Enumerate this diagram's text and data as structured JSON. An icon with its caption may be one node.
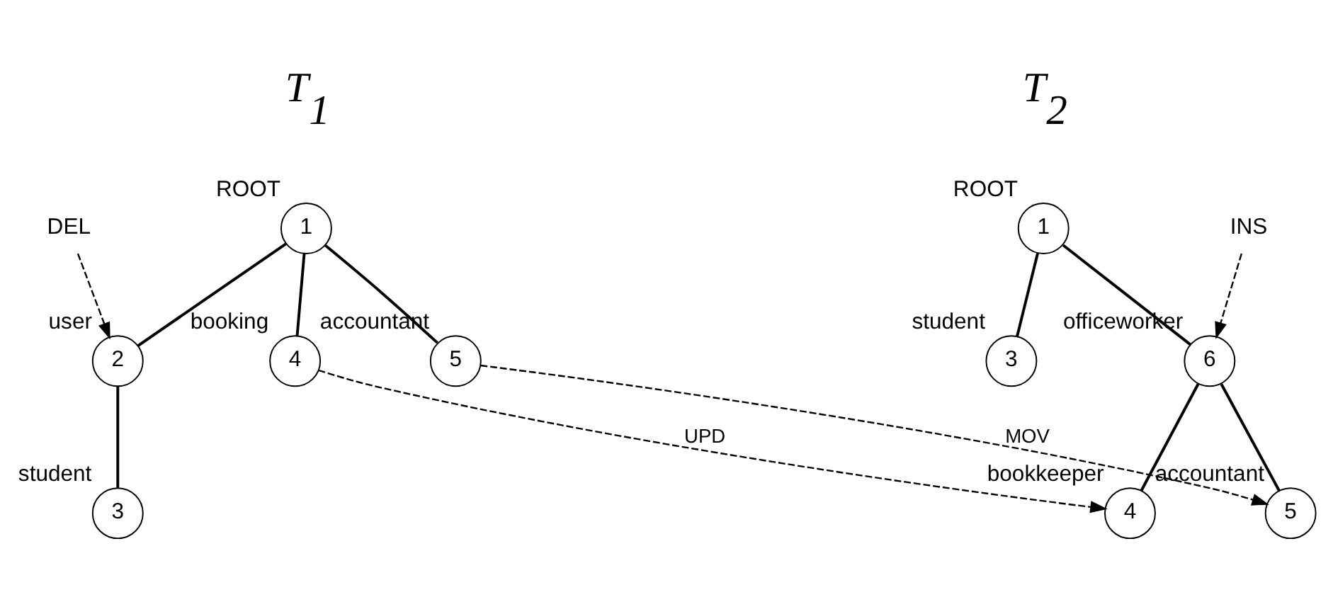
{
  "diagram": {
    "nodes": [
      {
        "text": [
          "1"
        ],
        "beside": [
          "ROOT"
        ]
      },
      {
        "text": [
          "2"
        ],
        "beside": [
          "user"
        ]
      },
      {
        "text": [
          "4"
        ],
        "beside": [
          "booking"
        ]
      },
      {
        "text": [
          "5"
        ],
        "beside": [
          "accountant"
        ]
      },
      {
        "text": [
          "3"
        ],
        "beside": [
          "student"
        ]
      },
      {
        "text": [
          "DEL"
        ]
      },
      {
        "text": [
          "1"
        ],
        "beside": [
          "ROOT"
        ]
      },
      {
        "text": [
          "3"
        ],
        "beside": [
          "student"
        ]
      },
      {
        "text": [
          "6"
        ],
        "beside": [
          "officeworker"
        ]
      },
      {
        "text": [
          "4"
        ],
        "beside": [
          "bookkeeper"
        ]
      },
      {
        "text": [
          "5"
        ],
        "beside": [
          "accountant"
        ]
      },
      {
        "text": [
          "INS"
        ]
      }
    ],
    "edges": [
      {
        "from": 0,
        "to": 1,
        "arrow": "none"
      },
      {
        "from": 0,
        "to": 2,
        "arrow": "none"
      },
      {
        "from": 0,
        "to": 3,
        "arrow": "none"
      },
      {
        "from": 1,
        "to": 4,
        "arrow": "none"
      },
      {
        "from": 5,
        "to": 1,
        "arrow": "to",
        "style": "dashed"
      },
      {
        "from": 6,
        "to": 7,
        "arrow": "none"
      },
      {
        "from": 6,
        "to": 8,
        "arrow": "none"
      },
      {
        "from": 8,
        "to": 9,
        "arrow": "none"
      },
      {
        "from": 8,
        "to": 10,
        "arrow": "none"
      },
      {
        "from": 11,
        "to": 8,
        "arrow": "to",
        "style": "dashed"
      },
      {
        "from": 2,
        "to": 9,
        "arrow": "to",
        "style": "dashed",
        "label": "UPD"
      },
      {
        "from": 3,
        "to": 10,
        "arrow": "to",
        "style": "dashed",
        "label": "MOV"
      }
    ],
    "labels": [
      "T$_{1}$",
      "T$_{2}$"
    ]
  }
}
